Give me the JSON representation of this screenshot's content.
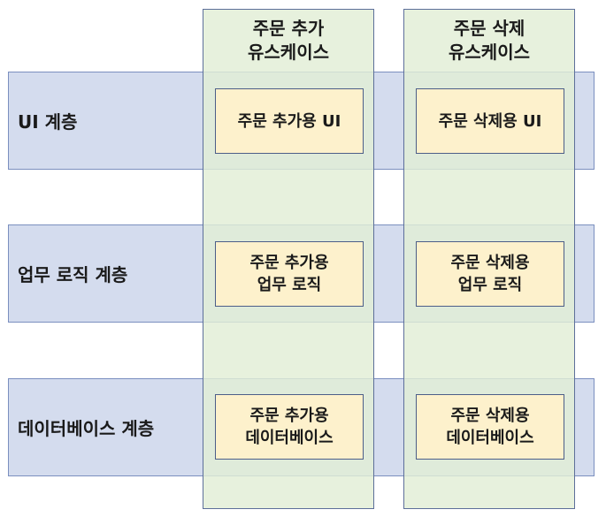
{
  "layers": [
    {
      "label": "UI 계층"
    },
    {
      "label": "업무 로직 계층"
    },
    {
      "label": "데이터베이스 계층"
    }
  ],
  "columns": [
    {
      "title": "주문 추가\n유스케이스",
      "cells": [
        "주문 추가용 UI",
        "주문 추가용\n업무 로직",
        "주문 추가용\n데이터베이스"
      ]
    },
    {
      "title": "주문 삭제\n유스케이스",
      "cells": [
        "주문 삭제용 UI",
        "주문 삭제용\n업무 로직",
        "주문 삭제용\n데이터베이스"
      ]
    }
  ],
  "colors": {
    "layer_fill": "#d4dcee",
    "column_fill": "#e2eed5",
    "box_fill": "#fdf1cc",
    "border": "#5d6f9a"
  }
}
